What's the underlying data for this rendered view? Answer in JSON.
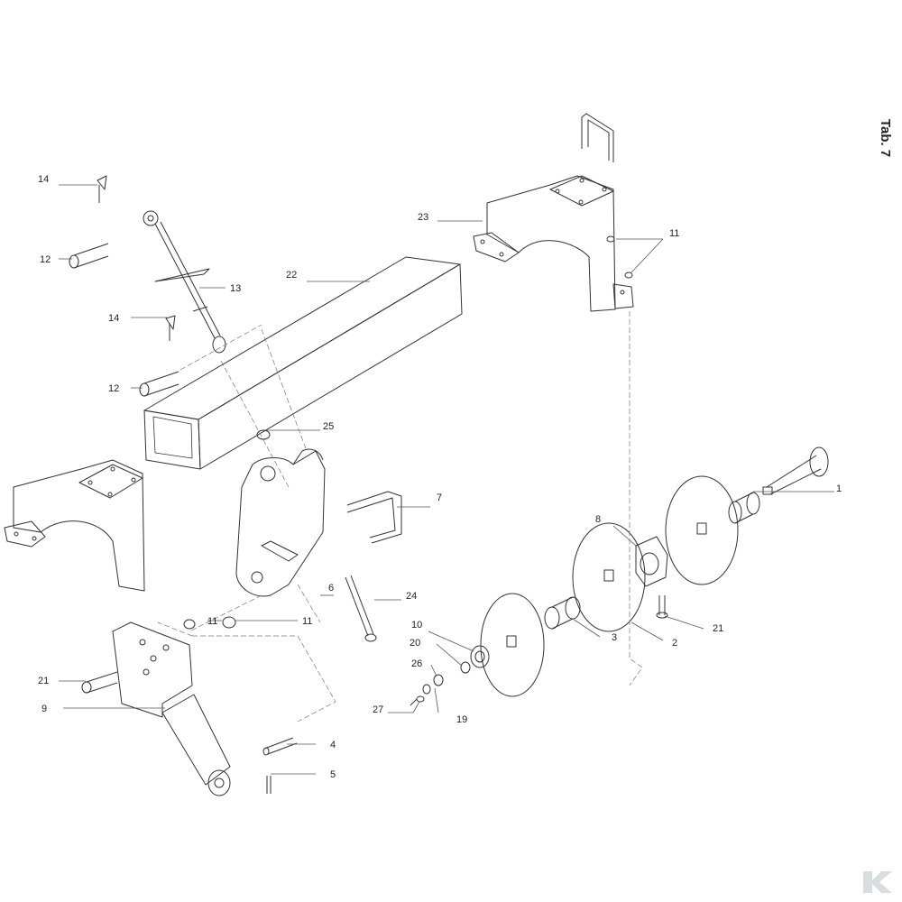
{
  "sheet": {
    "tab_label": "Tab. 7"
  },
  "callouts": {
    "c1": "1",
    "c2": "2",
    "c3": "3",
    "c4": "4",
    "c5": "5",
    "c6": "6",
    "c7": "7",
    "c8": "8",
    "c9": "9",
    "c10": "10",
    "c11a": "11",
    "c11b": "11",
    "c11c": "11",
    "c12a": "12",
    "c12b": "12",
    "c13": "13",
    "c14a": "14",
    "c14b": "14",
    "c19": "19",
    "c20": "20",
    "c21a": "21",
    "c21b": "21",
    "c22": "22",
    "c23": "23",
    "c24": "24",
    "c25": "25",
    "c26": "26",
    "c27": "27"
  },
  "logo": {
    "name": "kramp-k-logo",
    "color": "#d9dde0"
  },
  "colors": {
    "line": "#333333",
    "leader": "#555555",
    "paper": "#ffffff"
  }
}
